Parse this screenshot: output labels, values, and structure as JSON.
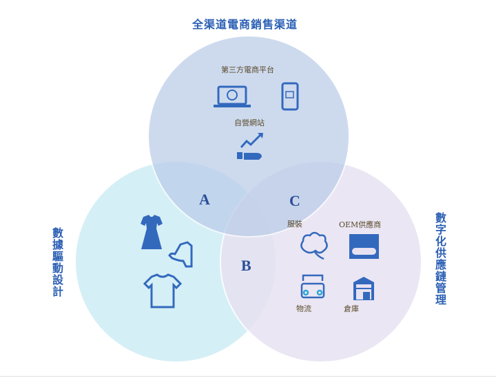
{
  "titles": {
    "top": "全渠道電商銷售渠道",
    "left": "數據驅動設計",
    "right": "數字化供應鏈管理"
  },
  "regions": {
    "a": "A",
    "b": "B",
    "c": "C"
  },
  "labels": {
    "third_party": "第三方電商平台",
    "own_site": "自營網站",
    "apparel": "服裝",
    "oem": "OEM供應商",
    "logistics": "物流",
    "warehouse": "倉庫"
  },
  "colors": {
    "top": "#c9d6ec",
    "left": "#d3eff6",
    "right": "#e7e2f1",
    "accent": "#2b5fb3",
    "icon": "#3369bd"
  }
}
